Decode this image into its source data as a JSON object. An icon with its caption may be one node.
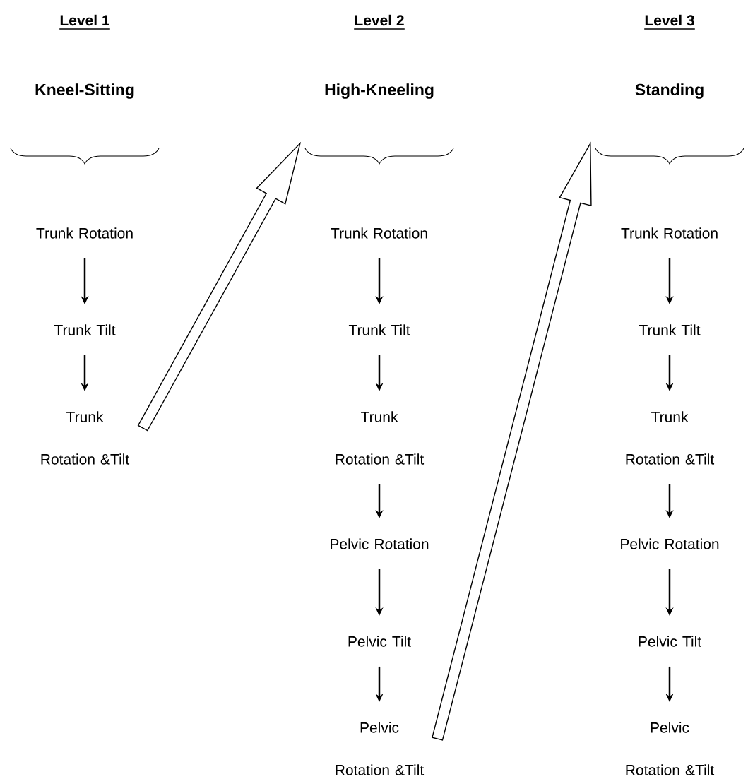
{
  "diagram": {
    "nodes": [
      {
        "text": [
          "Kneel-Sitting"
        ]
      },
      {
        "text": [
          "Trunk Rotation"
        ]
      },
      {
        "text": [
          "Trunk Tilt"
        ]
      },
      {
        "text": [
          "Trunk Rotation &Tilt"
        ]
      },
      {
        "text": [
          "High-Kneeling"
        ]
      },
      {
        "text": [
          "Trunk Rotation"
        ]
      },
      {
        "text": [
          "Trunk Tilt"
        ]
      },
      {
        "text": [
          "Trunk Rotation &Tilt"
        ]
      },
      {
        "text": [
          "Pelvic Rotation"
        ]
      },
      {
        "text": [
          "Pelvic Tilt"
        ]
      },
      {
        "text": [
          "Pelvic Rotation &Tilt"
        ]
      },
      {
        "text": [
          "Standing"
        ]
      },
      {
        "text": [
          "Trunk Rotation"
        ]
      },
      {
        "text": [
          "Trunk Tilt"
        ]
      },
      {
        "text": [
          "Trunk Rotation &Tilt"
        ]
      },
      {
        "text": [
          "Pelvic Rotation"
        ]
      },
      {
        "text": [
          "Pelvic Tilt"
        ]
      },
      {
        "text": [
          "Pelvic Rotation &Tilt"
        ]
      }
    ],
    "edges": [
      {
        "from": 1,
        "to": 2,
        "arrow": "to"
      },
      {
        "from": 2,
        "to": 3,
        "arrow": "to"
      },
      {
        "from": 5,
        "to": 6,
        "arrow": "to"
      },
      {
        "from": 6,
        "to": 7,
        "arrow": "to"
      },
      {
        "from": 7,
        "to": 8,
        "arrow": "to"
      },
      {
        "from": 8,
        "to": 9,
        "arrow": "to"
      },
      {
        "from": 9,
        "to": 10,
        "arrow": "to"
      },
      {
        "from": 12,
        "to": 13,
        "arrow": "to"
      },
      {
        "from": 13,
        "to": 14,
        "arrow": "to"
      },
      {
        "from": 14,
        "to": 15,
        "arrow": "to"
      },
      {
        "from": 15,
        "to": 16,
        "arrow": "to"
      },
      {
        "from": 16,
        "to": 17,
        "arrow": "to"
      },
      {
        "from": 3,
        "to": 4,
        "arrow": "to",
        "style": "thick"
      },
      {
        "from": 10,
        "to": 11,
        "arrow": "to",
        "style": "thick"
      }
    ],
    "labels": [
      "Level 1",
      "Level 2",
      "Level 3"
    ]
  }
}
